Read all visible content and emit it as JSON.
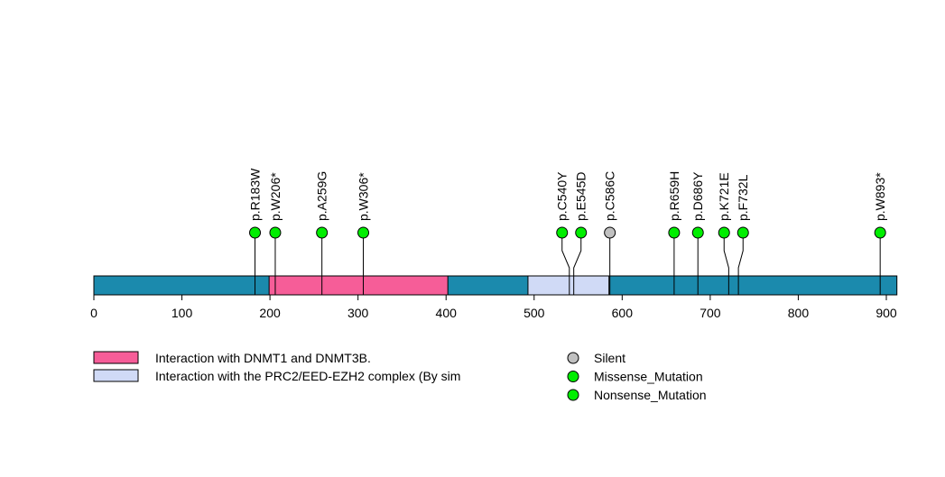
{
  "chart_data": {
    "type": "lollipop",
    "protein_length": 912,
    "xlim": [
      0,
      912
    ],
    "x_ticks": [
      0,
      100,
      200,
      300,
      400,
      500,
      600,
      700,
      800,
      900
    ],
    "backbone_color": "#1b8aad",
    "domains": [
      {
        "name": "Interaction with DNMT1 and DNMT3B.",
        "start": 199,
        "end": 402,
        "color": "#f65d98"
      },
      {
        "name": "Interaction with the PRC2/EED-EZH2 complex (By sim",
        "start": 493,
        "end": 585,
        "color": "#d0daf6"
      }
    ],
    "mutation_types": [
      {
        "name": "Silent",
        "color": "#c0c0c0"
      },
      {
        "name": "Missense_Mutation",
        "color": "#00ee00"
      },
      {
        "name": "Nonsense_Mutation",
        "color": "#00ee00"
      }
    ],
    "mutations": [
      {
        "label": "p.R183W",
        "position": 183,
        "type": "Missense_Mutation"
      },
      {
        "label": "p.W206*",
        "position": 206,
        "type": "Nonsense_Mutation"
      },
      {
        "label": "p.A259G",
        "position": 259,
        "type": "Missense_Mutation"
      },
      {
        "label": "p.W306*",
        "position": 306,
        "type": "Nonsense_Mutation"
      },
      {
        "label": "p.C540Y",
        "position": 540,
        "type": "Missense_Mutation"
      },
      {
        "label": "p.E545D",
        "position": 545,
        "type": "Missense_Mutation"
      },
      {
        "label": "p.C586C",
        "position": 586,
        "type": "Silent"
      },
      {
        "label": "p.R659H",
        "position": 659,
        "type": "Missense_Mutation"
      },
      {
        "label": "p.D686Y",
        "position": 686,
        "type": "Missense_Mutation"
      },
      {
        "label": "p.K721E",
        "position": 721,
        "type": "Missense_Mutation"
      },
      {
        "label": "p.F732L",
        "position": 732,
        "type": "Missense_Mutation"
      },
      {
        "label": "p.W893*",
        "position": 893,
        "type": "Nonsense_Mutation"
      }
    ]
  }
}
